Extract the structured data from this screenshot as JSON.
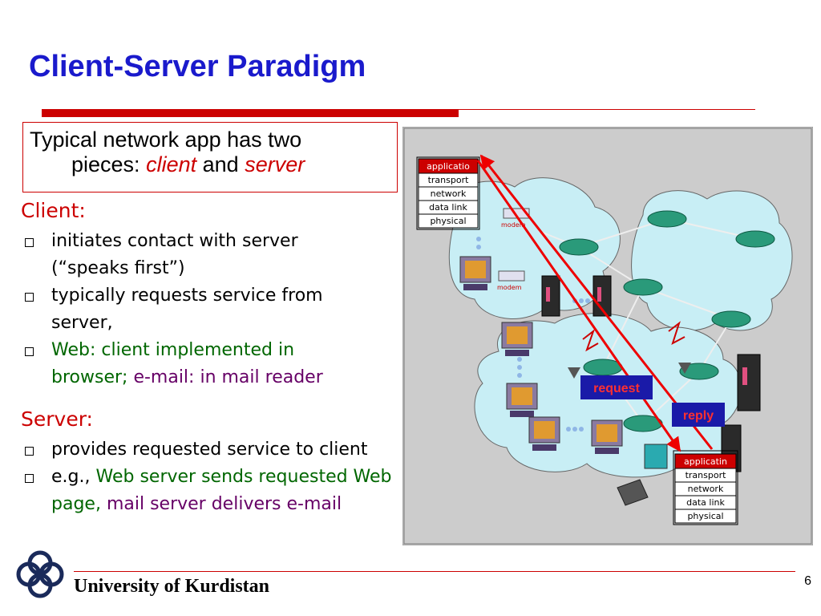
{
  "slide": {
    "title": "Client-Server Paradigm",
    "intro_line1": "Typical network app has two",
    "intro_pieces": "pieces:",
    "intro_client": "client",
    "intro_and": "and",
    "intro_server": "server",
    "client_heading": "Client:",
    "client_bullet1": "initiates contact with server",
    "client_bullet1_cont": "(“speaks first”)",
    "client_bullet2": "typically requests service from",
    "client_bullet2_cont": "server,",
    "client_bullet3": "Web: client implemented in",
    "client_bullet3_browser": "browser;",
    "client_bullet3_email": "e-mail: in mail reader",
    "server_heading": "Server:",
    "server_bullet1": "provides requested service to client",
    "server_bullet2_eg": "e.g.,",
    "server_bullet2_web": "Web server sends requested Web",
    "server_bullet2_page": "page,",
    "server_bullet2_mail": "mail server delivers e-mail",
    "footer": "University of Kurdistan",
    "page_number": "6"
  },
  "diagram": {
    "client_stack": [
      "applicatio",
      "transport",
      "network",
      "data link",
      "physical"
    ],
    "server_stack": [
      "applicatin",
      "transport",
      "network",
      "data link",
      "physical"
    ],
    "modem_label_1": "modem",
    "modem_label_2": "modem",
    "request_label": "request",
    "reply_label": "reply"
  },
  "colors": {
    "title": "#1a1acc",
    "accent_red": "#cc0000",
    "cloud_fill": "#c8eef5",
    "router_fill": "#2a9a7a",
    "label_blue": "#1a1aa8"
  }
}
